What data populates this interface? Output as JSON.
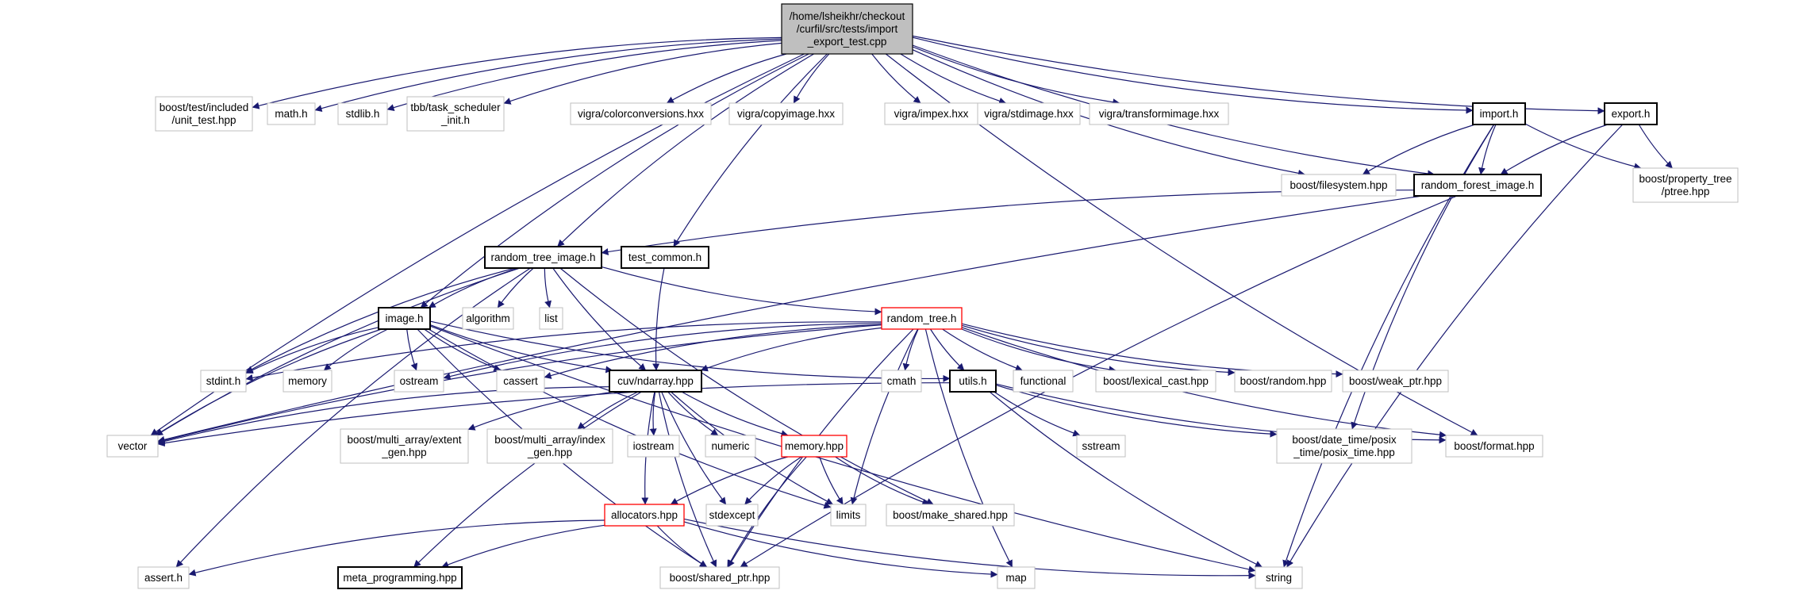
{
  "title": "/home/lsheikhr/checkout/curfil/src/tests/import_export_test.cpp",
  "colors": {
    "edge": "#191970",
    "root_fill": "#bfbfbf",
    "documented_border": "#000000",
    "undocumented_border": "#bfbfbf",
    "truncated_border": "#ff0000",
    "background": "#ffffff"
  },
  "nodes": [
    {
      "id": "root",
      "lines": [
        "/home/lsheikhr/checkout",
        "/curfil/src/tests/import",
        "_export_test.cpp"
      ],
      "kind": "root"
    },
    {
      "id": "unit_test",
      "lines": [
        "boost/test/included",
        "/unit_test.hpp"
      ],
      "kind": "undocumented"
    },
    {
      "id": "math_h",
      "lines": [
        "math.h"
      ],
      "kind": "undocumented"
    },
    {
      "id": "stdlib_h",
      "lines": [
        "stdlib.h"
      ],
      "kind": "undocumented"
    },
    {
      "id": "tbb_init",
      "lines": [
        "tbb/task_scheduler",
        "_init.h"
      ],
      "kind": "undocumented"
    },
    {
      "id": "colorconv",
      "lines": [
        "vigra/colorconversions.hxx"
      ],
      "kind": "undocumented"
    },
    {
      "id": "copyimage",
      "lines": [
        "vigra/copyimage.hxx"
      ],
      "kind": "undocumented"
    },
    {
      "id": "impex",
      "lines": [
        "vigra/impex.hxx"
      ],
      "kind": "undocumented"
    },
    {
      "id": "stdimage",
      "lines": [
        "vigra/stdimage.hxx"
      ],
      "kind": "undocumented"
    },
    {
      "id": "transformimage",
      "lines": [
        "vigra/transformimage.hxx"
      ],
      "kind": "undocumented"
    },
    {
      "id": "import_h",
      "lines": [
        "import.h"
      ],
      "kind": "documented"
    },
    {
      "id": "export_h",
      "lines": [
        "export.h"
      ],
      "kind": "documented"
    },
    {
      "id": "filesystem",
      "lines": [
        "boost/filesystem.hpp"
      ],
      "kind": "undocumented"
    },
    {
      "id": "rf_image",
      "lines": [
        "random_forest_image.h"
      ],
      "kind": "documented"
    },
    {
      "id": "ptree",
      "lines": [
        "boost/property_tree",
        "/ptree.hpp"
      ],
      "kind": "undocumented"
    },
    {
      "id": "rt_image",
      "lines": [
        "random_tree_image.h"
      ],
      "kind": "documented"
    },
    {
      "id": "test_common",
      "lines": [
        "test_common.h"
      ],
      "kind": "documented"
    },
    {
      "id": "image_h",
      "lines": [
        "image.h"
      ],
      "kind": "documented"
    },
    {
      "id": "algorithm",
      "lines": [
        "algorithm"
      ],
      "kind": "undocumented"
    },
    {
      "id": "list",
      "lines": [
        "list"
      ],
      "kind": "undocumented"
    },
    {
      "id": "random_tree",
      "lines": [
        "random_tree.h"
      ],
      "kind": "truncated"
    },
    {
      "id": "stdint",
      "lines": [
        "stdint.h"
      ],
      "kind": "undocumented"
    },
    {
      "id": "memory_std",
      "lines": [
        "memory"
      ],
      "kind": "undocumented"
    },
    {
      "id": "ostream",
      "lines": [
        "ostream"
      ],
      "kind": "undocumented"
    },
    {
      "id": "cassert",
      "lines": [
        "cassert"
      ],
      "kind": "undocumented"
    },
    {
      "id": "ndarray",
      "lines": [
        "cuv/ndarray.hpp"
      ],
      "kind": "documented"
    },
    {
      "id": "cmath",
      "lines": [
        "cmath"
      ],
      "kind": "undocumented"
    },
    {
      "id": "utils_h",
      "lines": [
        "utils.h"
      ],
      "kind": "documented"
    },
    {
      "id": "functional",
      "lines": [
        "functional"
      ],
      "kind": "undocumented"
    },
    {
      "id": "lexical_cast",
      "lines": [
        "boost/lexical_cast.hpp"
      ],
      "kind": "undocumented"
    },
    {
      "id": "random_hpp",
      "lines": [
        "boost/random.hpp"
      ],
      "kind": "undocumented"
    },
    {
      "id": "weak_ptr",
      "lines": [
        "boost/weak_ptr.hpp"
      ],
      "kind": "undocumented"
    },
    {
      "id": "vector",
      "lines": [
        "vector"
      ],
      "kind": "undocumented"
    },
    {
      "id": "extent_gen",
      "lines": [
        "boost/multi_array/extent",
        "_gen.hpp"
      ],
      "kind": "undocumented"
    },
    {
      "id": "index_gen",
      "lines": [
        "boost/multi_array/index",
        "_gen.hpp"
      ],
      "kind": "undocumented"
    },
    {
      "id": "iostream",
      "lines": [
        "iostream"
      ],
      "kind": "undocumented"
    },
    {
      "id": "numeric",
      "lines": [
        "numeric"
      ],
      "kind": "undocumented"
    },
    {
      "id": "memory_hpp",
      "lines": [
        "memory.hpp"
      ],
      "kind": "truncated"
    },
    {
      "id": "sstream",
      "lines": [
        "sstream"
      ],
      "kind": "undocumented"
    },
    {
      "id": "posix_time",
      "lines": [
        "boost/date_time/posix",
        "_time/posix_time.hpp"
      ],
      "kind": "undocumented"
    },
    {
      "id": "format",
      "lines": [
        "boost/format.hpp"
      ],
      "kind": "undocumented"
    },
    {
      "id": "allocators",
      "lines": [
        "allocators.hpp"
      ],
      "kind": "truncated"
    },
    {
      "id": "stdexcept",
      "lines": [
        "stdexcept"
      ],
      "kind": "undocumented"
    },
    {
      "id": "limits",
      "lines": [
        "limits"
      ],
      "kind": "undocumented"
    },
    {
      "id": "make_shared",
      "lines": [
        "boost/make_shared.hpp"
      ],
      "kind": "undocumented"
    },
    {
      "id": "assert_h",
      "lines": [
        "assert.h"
      ],
      "kind": "undocumented"
    },
    {
      "id": "meta_prog",
      "lines": [
        "meta_programming.hpp"
      ],
      "kind": "documented"
    },
    {
      "id": "shared_ptr",
      "lines": [
        "boost/shared_ptr.hpp"
      ],
      "kind": "undocumented"
    },
    {
      "id": "map",
      "lines": [
        "map"
      ],
      "kind": "undocumented"
    },
    {
      "id": "string",
      "lines": [
        "string"
      ],
      "kind": "undocumented"
    }
  ],
  "edges": [
    [
      "root",
      "unit_test"
    ],
    [
      "root",
      "math_h"
    ],
    [
      "root",
      "stdlib_h"
    ],
    [
      "root",
      "tbb_init"
    ],
    [
      "root",
      "colorconv"
    ],
    [
      "root",
      "copyimage"
    ],
    [
      "root",
      "impex"
    ],
    [
      "root",
      "stdimage"
    ],
    [
      "root",
      "transformimage"
    ],
    [
      "root",
      "import_h"
    ],
    [
      "root",
      "export_h"
    ],
    [
      "root",
      "filesystem"
    ],
    [
      "root",
      "rf_image"
    ],
    [
      "root",
      "rt_image"
    ],
    [
      "root",
      "test_common"
    ],
    [
      "root",
      "image_h"
    ],
    [
      "root",
      "vector"
    ],
    [
      "root",
      "format"
    ],
    [
      "import_h",
      "filesystem"
    ],
    [
      "import_h",
      "rf_image"
    ],
    [
      "import_h",
      "ptree"
    ],
    [
      "import_h",
      "posix_time"
    ],
    [
      "import_h",
      "string"
    ],
    [
      "export_h",
      "rf_image"
    ],
    [
      "export_h",
      "ptree"
    ],
    [
      "export_h",
      "string"
    ],
    [
      "rf_image",
      "rt_image"
    ],
    [
      "rf_image",
      "vector"
    ],
    [
      "rf_image",
      "shared_ptr"
    ],
    [
      "test_common",
      "ndarray"
    ],
    [
      "rt_image",
      "image_h"
    ],
    [
      "rt_image",
      "algorithm"
    ],
    [
      "rt_image",
      "list"
    ],
    [
      "rt_image",
      "random_tree"
    ],
    [
      "rt_image",
      "stdint"
    ],
    [
      "rt_image",
      "vector"
    ],
    [
      "rt_image",
      "ndarray"
    ],
    [
      "rt_image",
      "assert_h"
    ],
    [
      "rt_image",
      "make_shared"
    ],
    [
      "image_h",
      "stdint"
    ],
    [
      "image_h",
      "memory_std"
    ],
    [
      "image_h",
      "ostream"
    ],
    [
      "image_h",
      "cassert"
    ],
    [
      "image_h",
      "ndarray"
    ],
    [
      "image_h",
      "utils_h"
    ],
    [
      "image_h",
      "vector"
    ],
    [
      "image_h",
      "shared_ptr"
    ],
    [
      "image_h",
      "string"
    ],
    [
      "image_h",
      "limits"
    ],
    [
      "random_tree",
      "stdint"
    ],
    [
      "random_tree",
      "ostream"
    ],
    [
      "random_tree",
      "cassert"
    ],
    [
      "random_tree",
      "ndarray"
    ],
    [
      "random_tree",
      "cmath"
    ],
    [
      "random_tree",
      "utils_h"
    ],
    [
      "random_tree",
      "functional"
    ],
    [
      "random_tree",
      "lexical_cast"
    ],
    [
      "random_tree",
      "random_hpp"
    ],
    [
      "random_tree",
      "weak_ptr"
    ],
    [
      "random_tree",
      "format"
    ],
    [
      "random_tree",
      "vector"
    ],
    [
      "random_tree",
      "limits"
    ],
    [
      "random_tree",
      "map"
    ],
    [
      "random_tree",
      "shared_ptr"
    ],
    [
      "ndarray",
      "vector"
    ],
    [
      "ndarray",
      "extent_gen"
    ],
    [
      "ndarray",
      "index_gen"
    ],
    [
      "ndarray",
      "iostream"
    ],
    [
      "ndarray",
      "numeric"
    ],
    [
      "ndarray",
      "memory_hpp"
    ],
    [
      "ndarray",
      "limits"
    ],
    [
      "ndarray",
      "stdexcept"
    ],
    [
      "ndarray",
      "meta_prog"
    ],
    [
      "ndarray",
      "shared_ptr"
    ],
    [
      "ndarray",
      "allocators"
    ],
    [
      "utils_h",
      "sstream"
    ],
    [
      "utils_h",
      "posix_time"
    ],
    [
      "utils_h",
      "format"
    ],
    [
      "utils_h",
      "string"
    ],
    [
      "utils_h",
      "vector"
    ],
    [
      "memory_hpp",
      "allocators"
    ],
    [
      "memory_hpp",
      "stdexcept"
    ],
    [
      "memory_hpp",
      "limits"
    ],
    [
      "memory_hpp",
      "make_shared"
    ],
    [
      "memory_hpp",
      "shared_ptr"
    ],
    [
      "allocators",
      "assert_h"
    ],
    [
      "allocators",
      "meta_prog"
    ],
    [
      "allocators",
      "shared_ptr"
    ],
    [
      "allocators",
      "map"
    ],
    [
      "allocators",
      "string"
    ]
  ]
}
